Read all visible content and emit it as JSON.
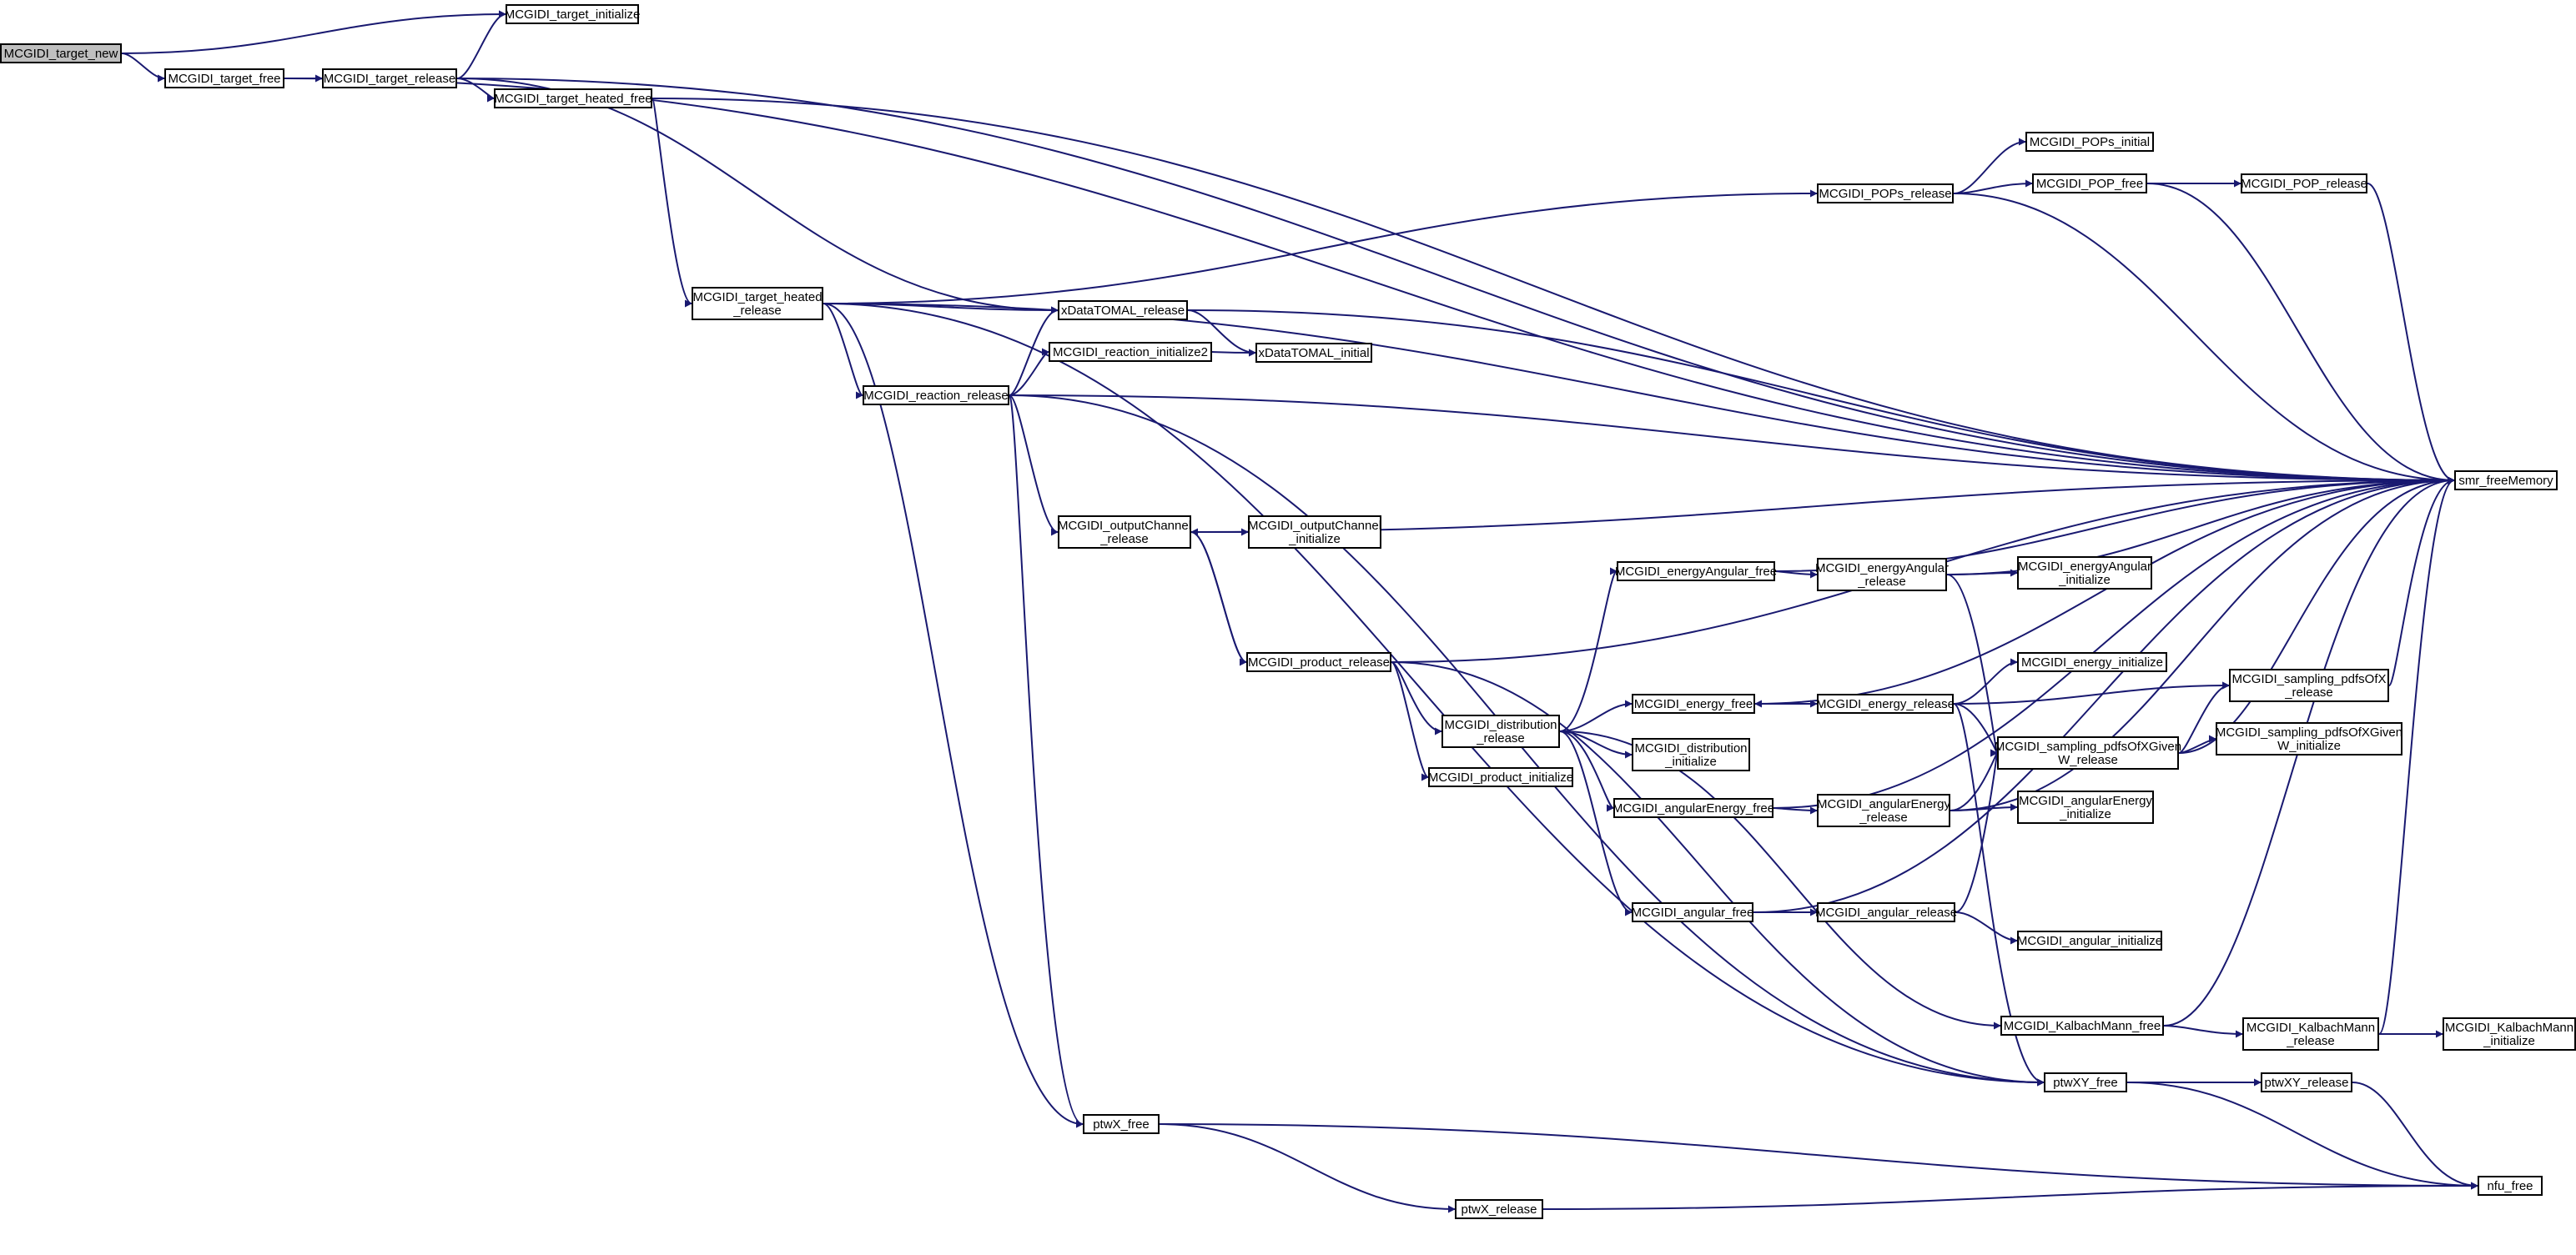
{
  "graph": {
    "nodes": [
      {
        "id": "target_new",
        "label": [
          "MCGIDI_target_new"
        ],
        "root": true
      },
      {
        "id": "target_initialize",
        "label": [
          "MCGIDI_target_initialize"
        ]
      },
      {
        "id": "target_free",
        "label": [
          "MCGIDI_target_free"
        ]
      },
      {
        "id": "target_release",
        "label": [
          "MCGIDI_target_release"
        ]
      },
      {
        "id": "target_heated_free",
        "label": [
          "MCGIDI_target_heated_free"
        ]
      },
      {
        "id": "target_heated_release",
        "label": [
          "MCGIDI_target_heated",
          "_release"
        ]
      },
      {
        "id": "xDataTOMAL_release",
        "label": [
          "xDataTOMAL_release"
        ]
      },
      {
        "id": "xDataTOMAL_initial",
        "label": [
          "xDataTOMAL_initial"
        ]
      },
      {
        "id": "reaction_initialize2",
        "label": [
          "MCGIDI_reaction_initialize2"
        ]
      },
      {
        "id": "reaction_release",
        "label": [
          "MCGIDI_reaction_release"
        ]
      },
      {
        "id": "outputChannel_release",
        "label": [
          "MCGIDI_outputChannel",
          "_release"
        ]
      },
      {
        "id": "outputChannel_initialize",
        "label": [
          "MCGIDI_outputChannel",
          "_initialize"
        ]
      },
      {
        "id": "product_release",
        "label": [
          "MCGIDI_product_release"
        ]
      },
      {
        "id": "distribution_release",
        "label": [
          "MCGIDI_distribution",
          "_release"
        ]
      },
      {
        "id": "product_initialize",
        "label": [
          "MCGIDI_product_initialize"
        ]
      },
      {
        "id": "distribution_initialize",
        "label": [
          "MCGIDI_distribution",
          "_initialize"
        ]
      },
      {
        "id": "energyAngular_free",
        "label": [
          "MCGIDI_energyAngular_free"
        ]
      },
      {
        "id": "energyAngular_release",
        "label": [
          "MCGIDI_energyAngular",
          "_release"
        ]
      },
      {
        "id": "energyAngular_initialize",
        "label": [
          "MCGIDI_energyAngular",
          "_initialize"
        ]
      },
      {
        "id": "energy_free",
        "label": [
          "MCGIDI_energy_free"
        ]
      },
      {
        "id": "energy_release",
        "label": [
          "MCGIDI_energy_release"
        ]
      },
      {
        "id": "energy_initialize",
        "label": [
          "MCGIDI_energy_initialize"
        ]
      },
      {
        "id": "angularEnergy_free",
        "label": [
          "MCGIDI_angularEnergy_free"
        ]
      },
      {
        "id": "angularEnergy_release",
        "label": [
          "MCGIDI_angularEnergy",
          "_release"
        ]
      },
      {
        "id": "angularEnergy_initialize",
        "label": [
          "MCGIDI_angularEnergy",
          "_initialize"
        ]
      },
      {
        "id": "angular_free",
        "label": [
          "MCGIDI_angular_free"
        ]
      },
      {
        "id": "angular_release",
        "label": [
          "MCGIDI_angular_release"
        ]
      },
      {
        "id": "angular_initialize",
        "label": [
          "MCGIDI_angular_initialize"
        ]
      },
      {
        "id": "sampling_pdfsOfXGivenW_release",
        "label": [
          "MCGIDI_sampling_pdfsOfXGiven",
          "W_release"
        ]
      },
      {
        "id": "sampling_pdfsOfX_release",
        "label": [
          "MCGIDI_sampling_pdfsOfX",
          "_release"
        ]
      },
      {
        "id": "sampling_pdfsOfXGivenW_initialize",
        "label": [
          "MCGIDI_sampling_pdfsOfXGiven",
          "W_initialize"
        ]
      },
      {
        "id": "KalbachMann_free",
        "label": [
          "MCGIDI_KalbachMann_free"
        ]
      },
      {
        "id": "KalbachMann_release",
        "label": [
          "MCGIDI_KalbachMann",
          "_release"
        ]
      },
      {
        "id": "KalbachMann_initialize",
        "label": [
          "MCGIDI_KalbachMann",
          "_initialize"
        ]
      },
      {
        "id": "POPs_release",
        "label": [
          "MCGIDI_POPs_release"
        ]
      },
      {
        "id": "POPs_initial",
        "label": [
          "MCGIDI_POPs_initial"
        ]
      },
      {
        "id": "POP_free",
        "label": [
          "MCGIDI_POP_free"
        ]
      },
      {
        "id": "POP_release",
        "label": [
          "MCGIDI_POP_release"
        ]
      },
      {
        "id": "smr_freeMemory",
        "label": [
          "smr_freeMemory"
        ]
      },
      {
        "id": "ptwXY_free",
        "label": [
          "ptwXY_free"
        ]
      },
      {
        "id": "ptwXY_release",
        "label": [
          "ptwXY_release"
        ]
      },
      {
        "id": "ptwX_free",
        "label": [
          "ptwX_free"
        ]
      },
      {
        "id": "ptwX_release",
        "label": [
          "ptwX_release"
        ]
      },
      {
        "id": "nfu_free",
        "label": [
          "nfu_free"
        ]
      }
    ],
    "edges": [
      [
        "target_new",
        "target_initialize"
      ],
      [
        "target_new",
        "target_free"
      ],
      [
        "target_free",
        "target_release"
      ],
      [
        "target_free",
        "smr_freeMemory"
      ],
      [
        "target_release",
        "target_initialize"
      ],
      [
        "target_release",
        "smr_freeMemory"
      ],
      [
        "target_release",
        "target_heated_free"
      ],
      [
        "target_release",
        "xDataTOMAL_release"
      ],
      [
        "target_heated_free",
        "smr_freeMemory"
      ],
      [
        "target_heated_free",
        "target_heated_release"
      ],
      [
        "target_heated_release",
        "POPs_release"
      ],
      [
        "target_heated_release",
        "smr_freeMemory"
      ],
      [
        "target_heated_release",
        "xDataTOMAL_release"
      ],
      [
        "target_heated_release",
        "reaction_release"
      ],
      [
        "target_heated_release",
        "ptwX_free"
      ],
      [
        "target_heated_release",
        "ptwXY_free"
      ],
      [
        "POPs_release",
        "POPs_initial"
      ],
      [
        "POPs_release",
        "POP_free"
      ],
      [
        "POPs_release",
        "smr_freeMemory"
      ],
      [
        "POP_free",
        "POP_release"
      ],
      [
        "POP_free",
        "smr_freeMemory"
      ],
      [
        "POP_release",
        "smr_freeMemory"
      ],
      [
        "xDataTOMAL_release",
        "smr_freeMemory"
      ],
      [
        "xDataTOMAL_release",
        "xDataTOMAL_initial"
      ],
      [
        "reaction_release",
        "xDataTOMAL_release"
      ],
      [
        "reaction_release",
        "reaction_initialize2"
      ],
      [
        "reaction_release",
        "smr_freeMemory"
      ],
      [
        "reaction_release",
        "outputChannel_release"
      ],
      [
        "reaction_release",
        "ptwX_free"
      ],
      [
        "reaction_release",
        "ptwXY_free"
      ],
      [
        "reaction_initialize2",
        "xDataTOMAL_initial"
      ],
      [
        "outputChannel_release",
        "smr_freeMemory"
      ],
      [
        "outputChannel_release",
        "outputChannel_initialize"
      ],
      [
        "outputChannel_release",
        "product_release"
      ],
      [
        "product_release",
        "outputChannel_release"
      ],
      [
        "product_release",
        "smr_freeMemory"
      ],
      [
        "product_release",
        "distribution_release"
      ],
      [
        "product_release",
        "product_initialize"
      ],
      [
        "product_release",
        "ptwXY_free"
      ],
      [
        "distribution_release",
        "energyAngular_free"
      ],
      [
        "distribution_release",
        "energy_free"
      ],
      [
        "distribution_release",
        "distribution_initialize"
      ],
      [
        "distribution_release",
        "angularEnergy_free"
      ],
      [
        "distribution_release",
        "angular_free"
      ],
      [
        "distribution_release",
        "KalbachMann_free"
      ],
      [
        "energyAngular_free",
        "energyAngular_release"
      ],
      [
        "energyAngular_free",
        "smr_freeMemory"
      ],
      [
        "energyAngular_release",
        "smr_freeMemory"
      ],
      [
        "energyAngular_release",
        "energyAngular_initialize"
      ],
      [
        "energyAngular_release",
        "sampling_pdfsOfXGivenW_release"
      ],
      [
        "energy_free",
        "energy_release"
      ],
      [
        "energy_free",
        "smr_freeMemory"
      ],
      [
        "energy_release",
        "energy_free"
      ],
      [
        "energy_release",
        "energy_initialize"
      ],
      [
        "energy_release",
        "sampling_pdfsOfX_release"
      ],
      [
        "energy_release",
        "sampling_pdfsOfXGivenW_release"
      ],
      [
        "energy_release",
        "ptwXY_free"
      ],
      [
        "angularEnergy_free",
        "angularEnergy_release"
      ],
      [
        "angularEnergy_free",
        "smr_freeMemory"
      ],
      [
        "angularEnergy_release",
        "sampling_pdfsOfXGivenW_release"
      ],
      [
        "angularEnergy_release",
        "angularEnergy_initialize"
      ],
      [
        "angularEnergy_release",
        "smr_freeMemory"
      ],
      [
        "angular_free",
        "angular_release"
      ],
      [
        "angular_free",
        "smr_freeMemory"
      ],
      [
        "angular_release",
        "sampling_pdfsOfXGivenW_release"
      ],
      [
        "angular_release",
        "angular_initialize"
      ],
      [
        "sampling_pdfsOfXGivenW_release",
        "sampling_pdfsOfX_release"
      ],
      [
        "sampling_pdfsOfXGivenW_release",
        "sampling_pdfsOfXGivenW_initialize"
      ],
      [
        "sampling_pdfsOfXGivenW_release",
        "smr_freeMemory"
      ],
      [
        "sampling_pdfsOfX_release",
        "smr_freeMemory"
      ],
      [
        "KalbachMann_free",
        "KalbachMann_release"
      ],
      [
        "KalbachMann_free",
        "smr_freeMemory"
      ],
      [
        "KalbachMann_release",
        "KalbachMann_initialize"
      ],
      [
        "KalbachMann_release",
        "smr_freeMemory"
      ],
      [
        "ptwXY_free",
        "ptwXY_release"
      ],
      [
        "ptwXY_free",
        "nfu_free"
      ],
      [
        "ptwXY_release",
        "nfu_free"
      ],
      [
        "ptwX_free",
        "ptwX_release"
      ],
      [
        "ptwX_free",
        "nfu_free"
      ],
      [
        "ptwX_release",
        "nfu_free"
      ]
    ]
  }
}
